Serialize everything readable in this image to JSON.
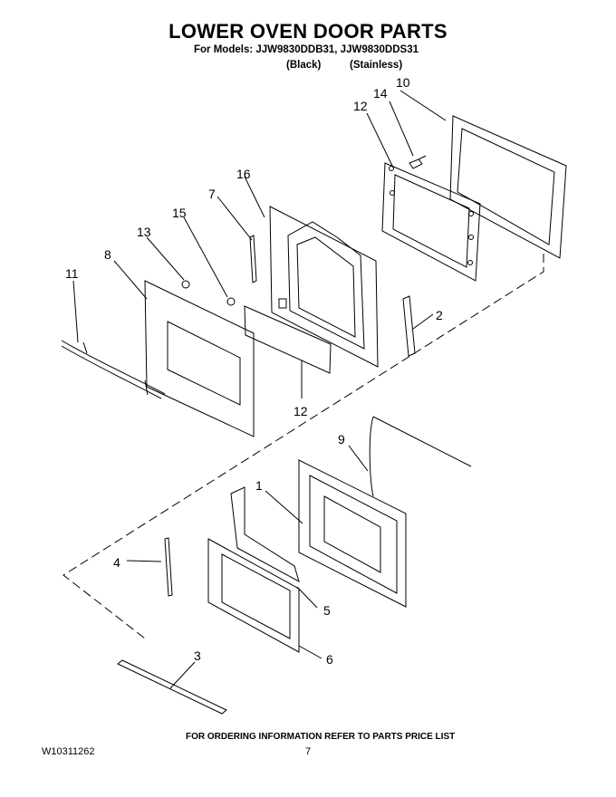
{
  "header": {
    "title": "LOWER OVEN DOOR PARTS",
    "models_line": "For Models: JJW9830DDB31, JJW9830DDS31",
    "finish_black": "(Black)",
    "finish_stainless": "(Stainless)"
  },
  "callouts": [
    "1",
    "2",
    "3",
    "4",
    "5",
    "6",
    "7",
    "8",
    "9",
    "10",
    "11",
    "12",
    "12",
    "13",
    "14",
    "15",
    "16"
  ],
  "footer": {
    "ordering_note": "FOR ORDERING INFORMATION REFER TO PARTS PRICE LIST",
    "doc_number": "W10311262",
    "page_number": "7"
  }
}
